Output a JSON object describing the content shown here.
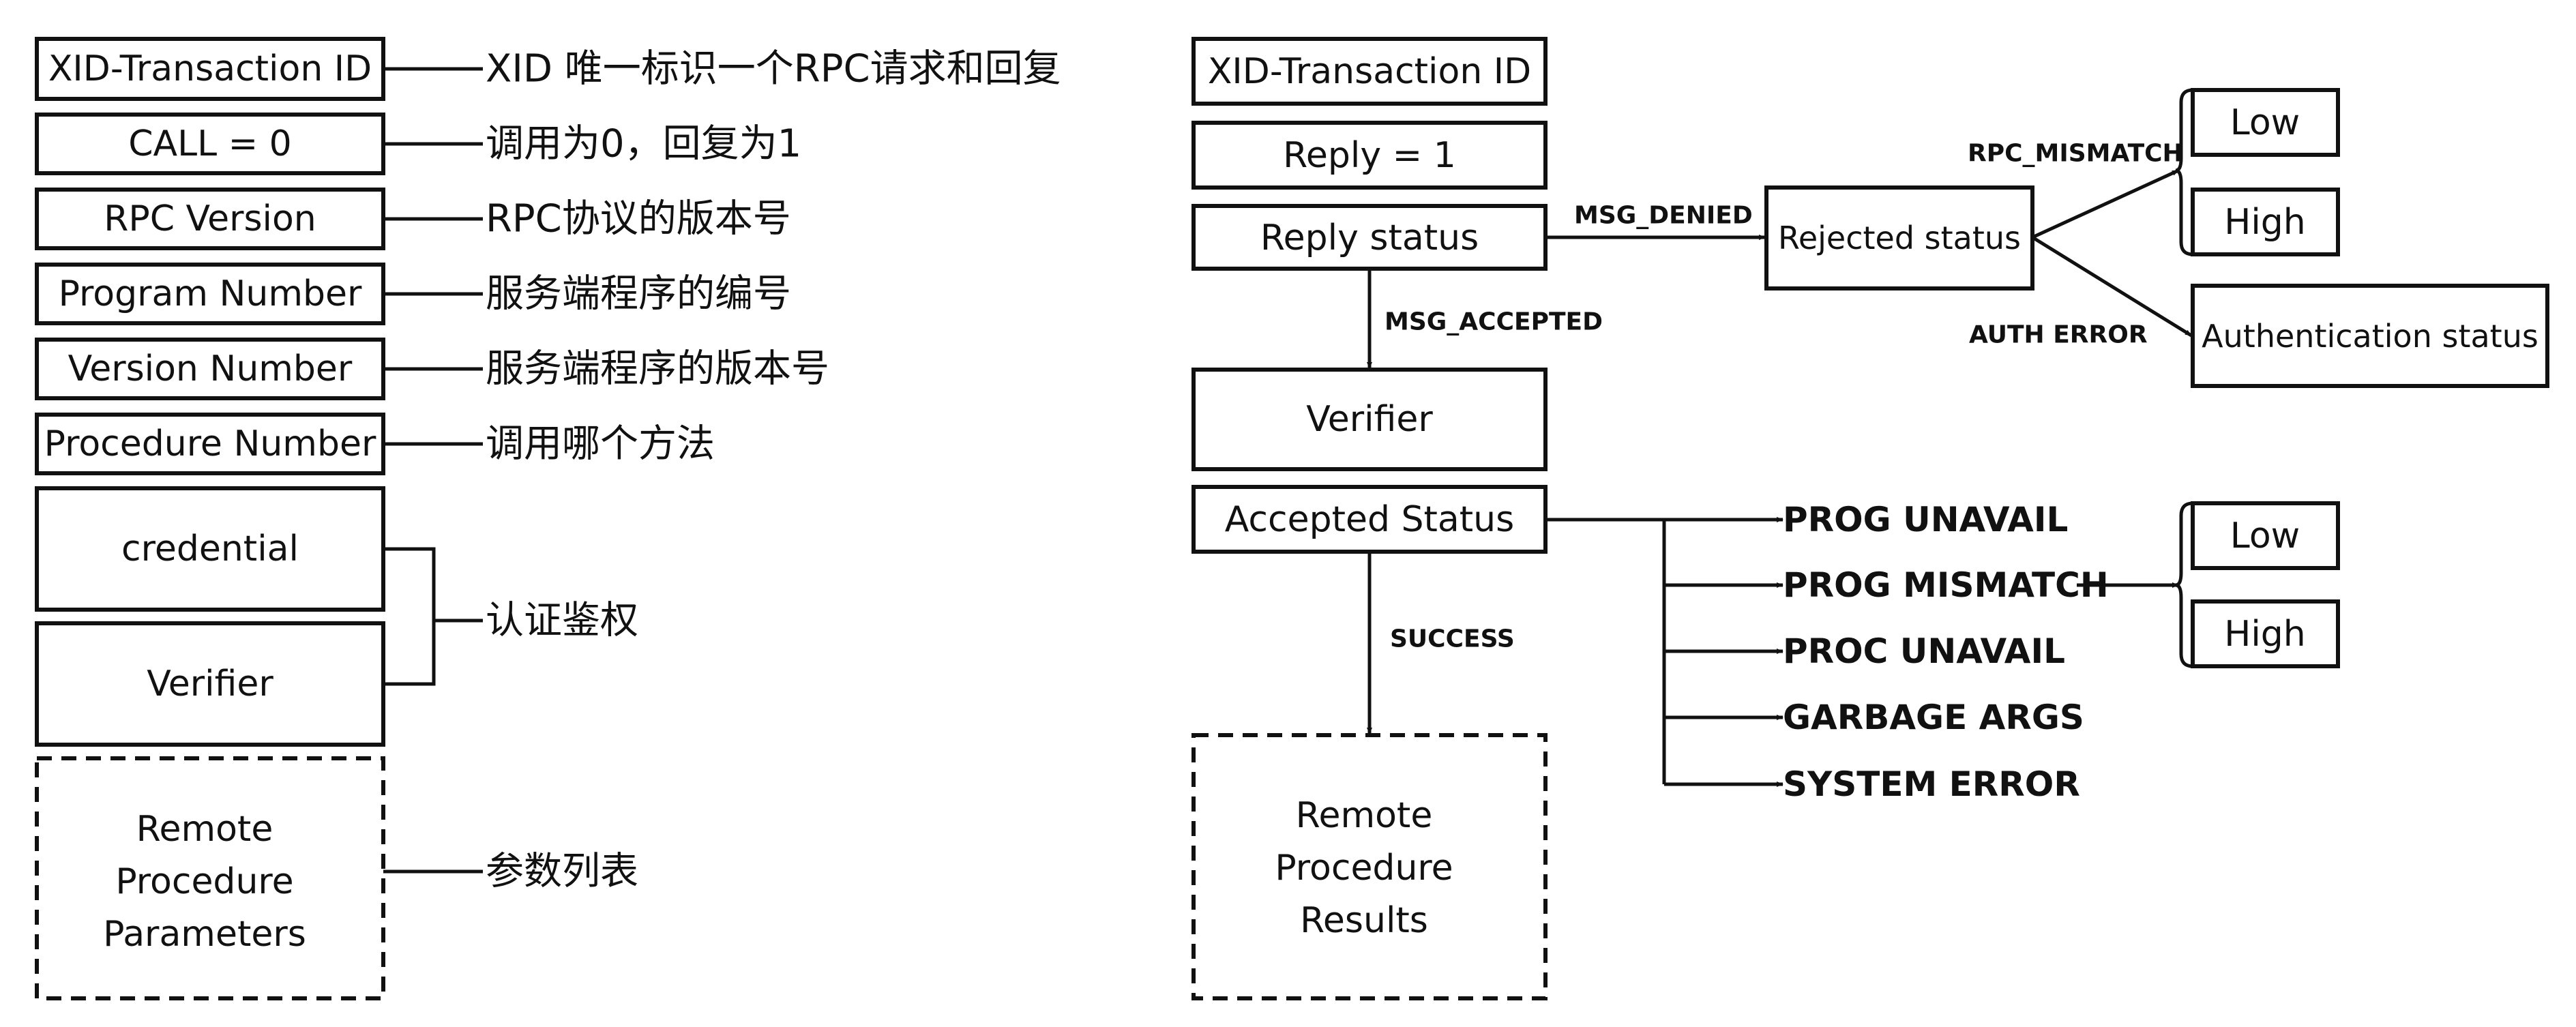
{
  "call_message": {
    "fields": [
      {
        "label": "XID-Transaction ID",
        "note": "XID 唯一标识一个RPC请求和回复"
      },
      {
        "label": "CALL = 0",
        "note": "调用为0，回复为1"
      },
      {
        "label": "RPC Version",
        "note": "RPC协议的版本号"
      },
      {
        "label": "Program Number",
        "note": "服务端程序的编号"
      },
      {
        "label": "Version Number",
        "note": "服务端程序的版本号"
      },
      {
        "label": "Procedure Number",
        "note": "调用哪个方法"
      }
    ],
    "auth": {
      "credential": "credential",
      "verifier": "Verifier",
      "note": "认证鉴权"
    },
    "parameters": {
      "lines": [
        "Remote",
        "Procedure",
        "Parameters"
      ],
      "note": "参数列表"
    }
  },
  "reply_message": {
    "xid": "XID-Transaction ID",
    "reply": "Reply = 1",
    "reply_status": "Reply status",
    "msg_denied": "MSG_DENIED",
    "msg_accepted": "MSG_ACCEPTED",
    "rejected_status": "Rejected status",
    "rpc_mismatch": "RPC_MISMATCH",
    "auth_error": "AUTH ERROR",
    "mismatch_low": "Low",
    "mismatch_high": "High",
    "authentication_status": "Authentication status",
    "verifier": "Verifier",
    "accepted_status": "Accepted Status",
    "success": "SUCCESS",
    "accepted_outcomes": [
      "PROG UNAVAIL",
      "PROG MISMATCH",
      "PROC UNAVAIL",
      "GARBAGE ARGS",
      "SYSTEM ERROR"
    ],
    "prog_mismatch_low": "Low",
    "prog_mismatch_high": "High",
    "results": {
      "lines": [
        "Remote",
        "Procedure",
        "Results"
      ]
    }
  }
}
